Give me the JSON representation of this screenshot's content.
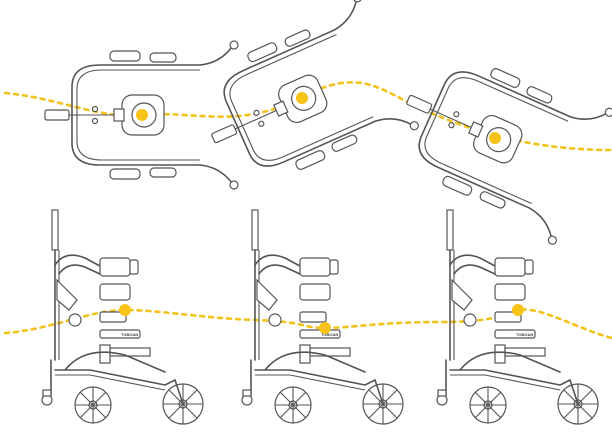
{
  "diagram": {
    "accent_color": "#f7c318",
    "line_color": "#555555",
    "top_row": {
      "views": [
        {
          "name": "gait-phase-1",
          "rotation_deg": 0
        },
        {
          "name": "gait-phase-2",
          "rotation_deg": -24
        },
        {
          "name": "gait-phase-3",
          "rotation_deg": 24
        }
      ]
    },
    "bottom_row": {
      "views": [
        {
          "name": "side-phase-1",
          "brand_label": "TOBOAN"
        },
        {
          "name": "side-phase-2",
          "brand_label": "TOBOAN"
        },
        {
          "name": "side-phase-3",
          "brand_label": "TOBOAN"
        }
      ]
    }
  }
}
